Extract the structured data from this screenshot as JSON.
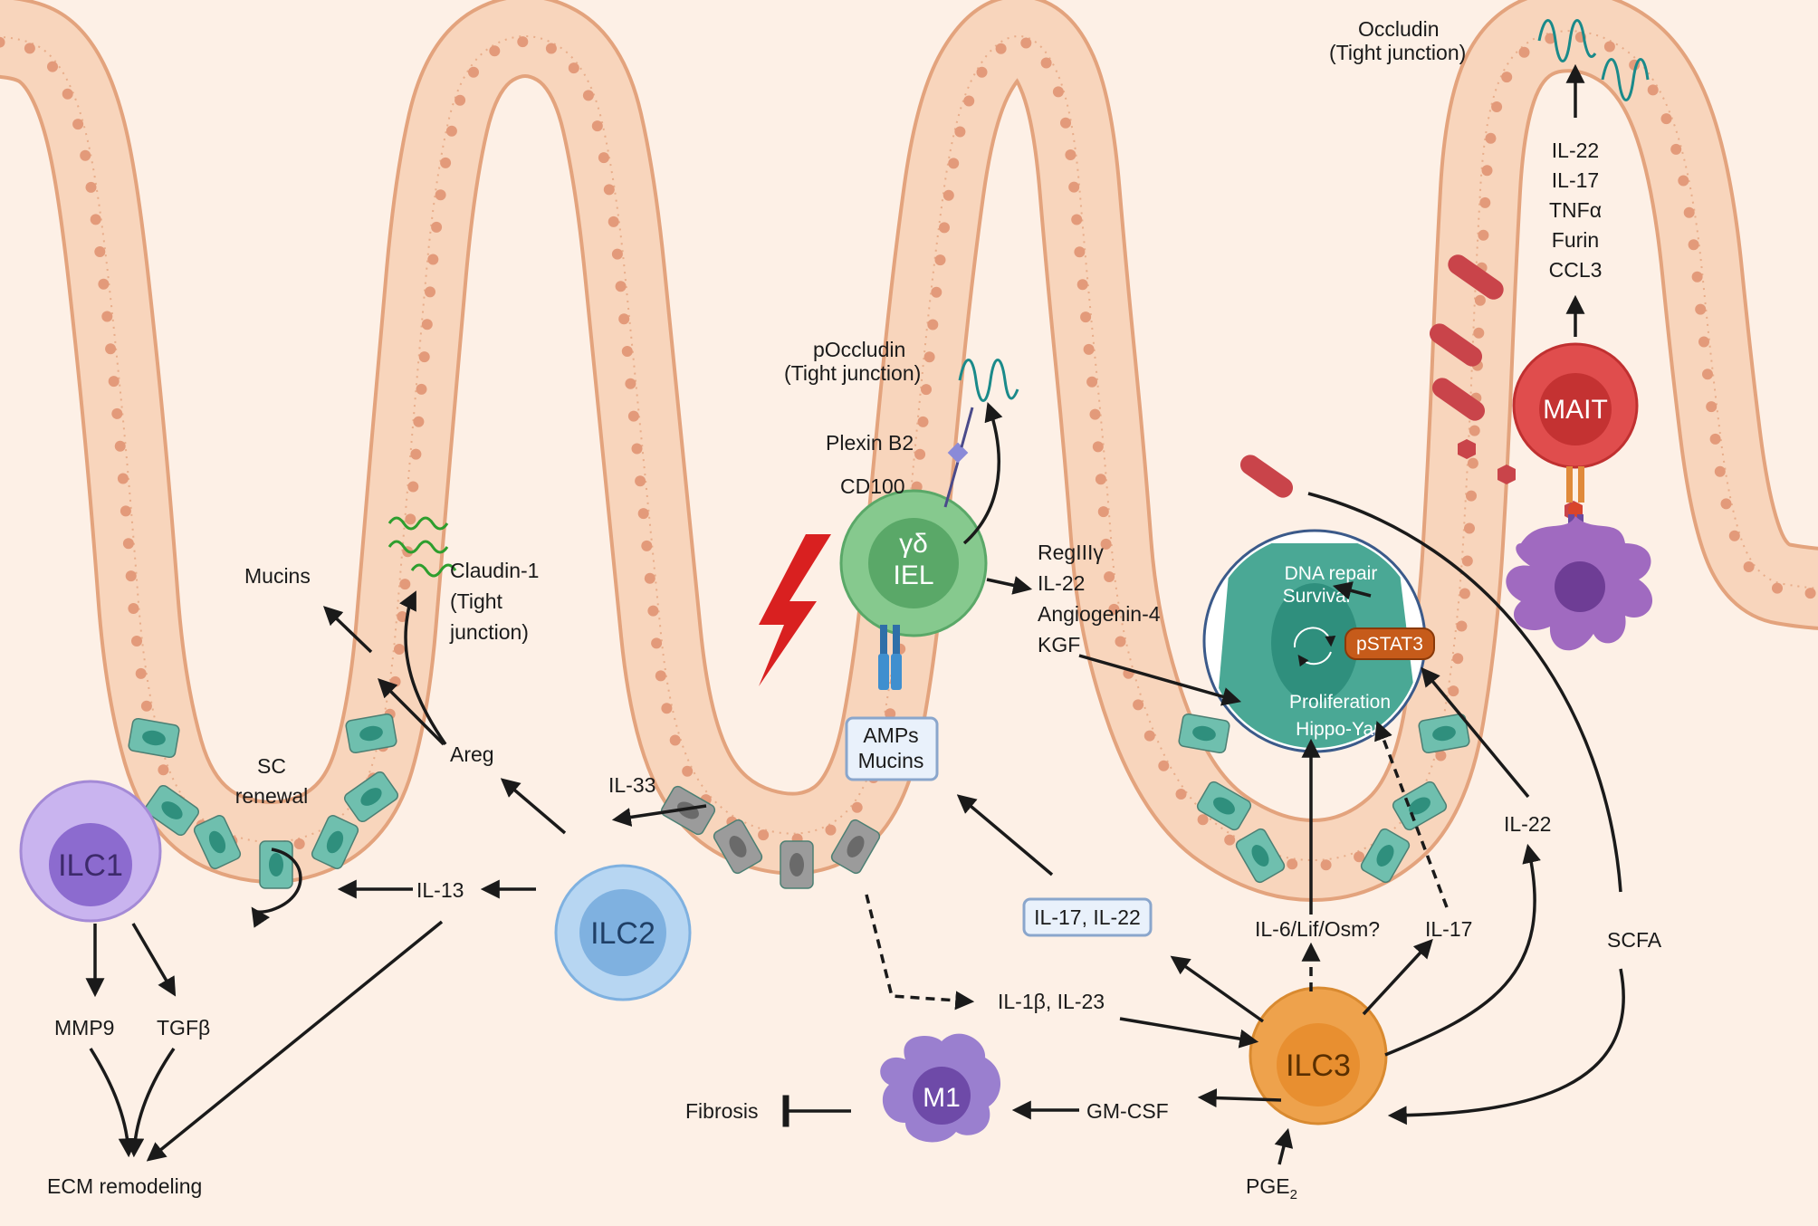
{
  "colors": {
    "background": "#fdf0e6",
    "epithelium": "#f8d5bc",
    "epithelium_edge": "#e3a37d",
    "nucleus": "#e39a7a",
    "stem_cell": "#6fbfae",
    "stem_nucleus": "#2f8f7d",
    "paneth": "#9b9b9b",
    "ilc1": "#c9b4ef",
    "ilc2": "#9cc6ec",
    "ilc3": "#eea24c",
    "iel": "#86c98e",
    "mait": "#e04d4d",
    "m1": "#9a7fcf",
    "dendritic": "#a06ac0",
    "lightning": "#d92020",
    "bacteria": "#c9444a",
    "stem_cell_large": "#4aa895"
  },
  "icons": {
    "lightning": "lightning-bolt-icon",
    "bacteria": "rod-bacteria-icon",
    "tight_junction": "squiggle-junction-icon",
    "receptor": "receptor-icon"
  },
  "cells": {
    "ilc1": "ILC1",
    "ilc2": "ILC2",
    "ilc3": "ILC3",
    "iel_line1": "γδ",
    "iel_line2": "IEL",
    "mait": "MAIT",
    "m1": "M1"
  },
  "labels": {
    "mucins": "Mucins",
    "claudin_1": "Claudin-1",
    "claudin_2": "(Tight",
    "claudin_3": "junction)",
    "sc_renewal_1": "SC",
    "sc_renewal_2": "renewal",
    "areg": "Areg",
    "il13": "IL-13",
    "il33": "IL-33",
    "mmp9": "MMP9",
    "tgfb": "TGFβ",
    "ecm": "ECM remodeling",
    "pocc_1": "pOccludin",
    "pocc_2": "(Tight junction)",
    "plexin": "Plexin B2",
    "cd100": "CD100",
    "regiii": "RegIIIγ",
    "il22_a": "IL-22",
    "angiogenin": "Angiogenin-4",
    "kgf": "KGF",
    "amps": "AMPs",
    "mucins2": "Mucins",
    "il17_il22": "IL-17, IL-22",
    "il1b_il23": "IL-1β, IL-23",
    "fibrosis": "Fibrosis",
    "gmcsf": "GM-CSF",
    "pge2": "PGE",
    "pge2_sub": "2",
    "il6": "IL-6/Lif/Osm?",
    "il17": "IL-17",
    "il22_b": "IL-22",
    "scfa": "SCFA",
    "dna_repair": "DNA repair",
    "survival": "Survival",
    "pstat3": "pSTAT3",
    "proliferation": "Proliferation",
    "hippo": "Hippo-Yap",
    "occ_1": "Occludin",
    "occ_2": "(Tight junction)",
    "mait_cyt": [
      "IL-22",
      "IL-17",
      "TNFα",
      "Furin",
      "CCL3"
    ]
  }
}
